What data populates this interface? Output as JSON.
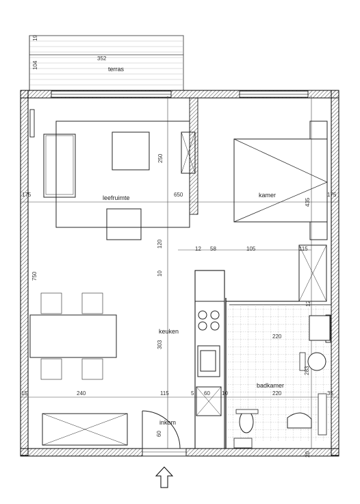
{
  "rooms": {
    "terras": "terras",
    "leefruimte": "leefruimte",
    "kamer": "kamer",
    "keuken": "keuken",
    "badkamer": "badkamer",
    "inkom": "inkom"
  },
  "dimensions": {
    "d19": "19",
    "d104": "104",
    "d352": "352",
    "d250": "250",
    "d650": "650",
    "d175a": "175",
    "d435": "435",
    "d175b": "175",
    "d120": "120",
    "d12a": "12",
    "d58": "58",
    "d105": "105",
    "d115a": "115",
    "d750": "750",
    "d10a": "10",
    "d12b": "12",
    "d303": "303",
    "d220a": "220",
    "d283": "283",
    "d15": "15",
    "d240": "240",
    "d115b": "115",
    "d5": "5",
    "d60a": "60",
    "d10b": "10",
    "d220b": "220",
    "d35": "35",
    "d60b": "60",
    "d20": "20"
  }
}
